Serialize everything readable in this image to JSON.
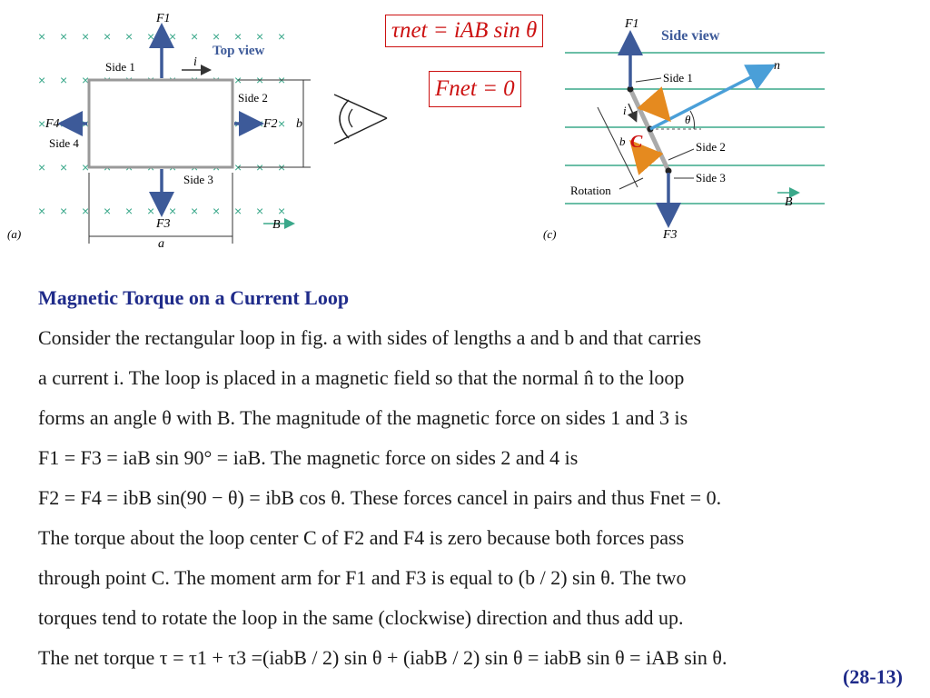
{
  "figure_a": {
    "panel_label": "(a)",
    "view_label": "Top view",
    "side_labels": [
      "Side 1",
      "Side 2",
      "Side 3",
      "Side 4"
    ],
    "force_labels": [
      "F1",
      "F2",
      "F3",
      "F4"
    ],
    "dim_a": "a",
    "dim_b": "b",
    "current_label": "i",
    "field_label": "B"
  },
  "figure_c": {
    "panel_label": "(c)",
    "view_label": "Side view",
    "side_labels": [
      "Side 1",
      "Side 2",
      "Side 3"
    ],
    "force_labels": [
      "F1",
      "F3"
    ],
    "normal_label": "n",
    "theta_label": "θ",
    "center_label": "C",
    "rotation_label": "Rotation",
    "current_label": "i",
    "dim_b": "b",
    "field_label": "B"
  },
  "equations": {
    "torque": "τnet = iAB sin θ",
    "force": "Fnet = 0"
  },
  "heading": "Magnetic Torque on a Current Loop",
  "paragraph_lines": [
    "Consider the rectangular  loop in fig. a with sides of lengths a and b and that carries",
    "a current i.  The loop is placed in a magnetic field so that the normal n̂ to the loop",
    "forms an angle θ with B.  The magnitude of the magnetic force on sides 1 and 3 is",
    "F1 = F3 = iaB sin 90° = iaB.  The magnetic force on sides 2 and 4 is",
    "F2 = F4 = ibB sin(90 − θ) = ibB cos θ.   These forces cancel in pairs and thus Fnet = 0.",
    "The torque about the loop center C  of F2  and  F4  is zero because both forces pass",
    "through point C.  The moment arm for F1 and F3 is equal to (b / 2) sin θ. The two",
    "torques tend to rotate the loop in the same (clockwise) direction and thus add up.",
    "The net torque  τ = τ1 + τ3 =(iabB / 2) sin θ + (iabB / 2) sin θ = iabB sin θ = iAB sin θ."
  ],
  "slide_number": "(28-13)",
  "colors": {
    "heading": "#1f2b8a",
    "equation": "#cc1111",
    "force_arrow": "#3d5a99",
    "field_line": "#3aa88a",
    "normal": "#4a9fd8",
    "rotation": "#e58a1f"
  }
}
